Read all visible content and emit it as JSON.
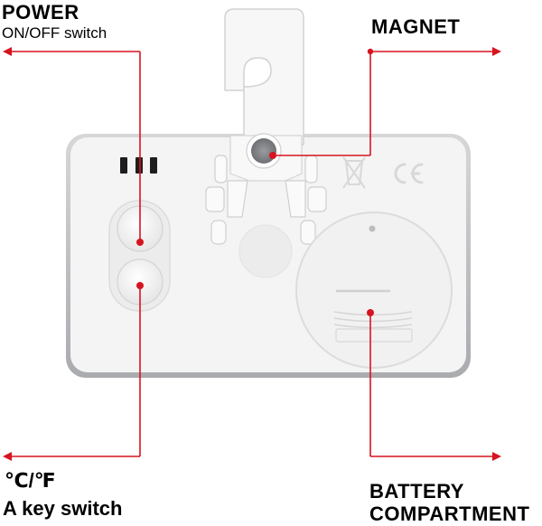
{
  "labels": {
    "power_title": "POWER",
    "power_sub": "ON/OFF switch",
    "magnet": "MAGNET",
    "temp_unit": "℃/℉",
    "temp_sub": "A key switch",
    "battery_line1": "BATTERY",
    "battery_line2": "COMPARTMENT"
  },
  "colors": {
    "accent": "#d7141f",
    "device_body": "#f4f4f4",
    "device_rim": "#c9cacc"
  }
}
